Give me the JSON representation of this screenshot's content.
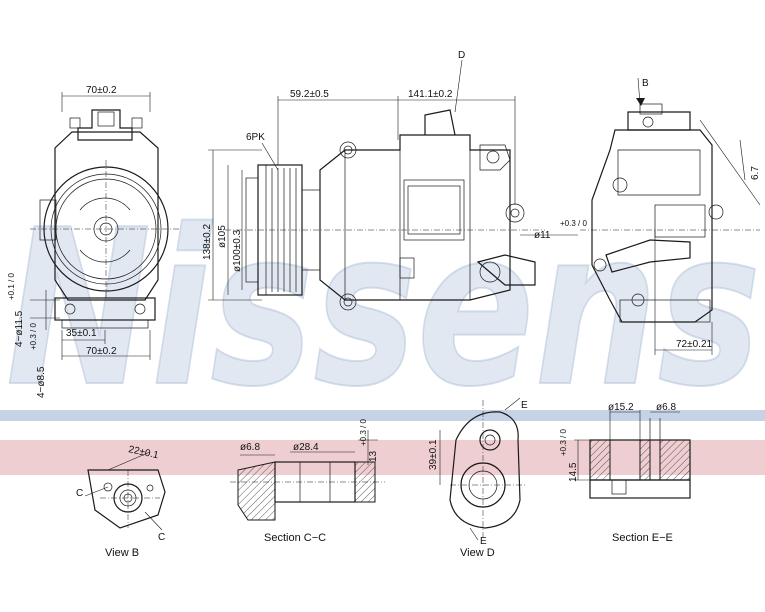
{
  "watermark": {
    "brand": "Nissens",
    "stripe_blue": "#c6d3e7",
    "stripe_red": "#e8b9bd"
  },
  "dimensions": {
    "front_top_width": "70±0.2",
    "front_hole_dia": "4−ø11.5",
    "front_hole_tol": "+0.1 / 0",
    "front_hole_dia2": "4−ø8.5",
    "front_hole2_tol": "+0.3 / 0",
    "front_offset": "35±0.1",
    "front_bottom_width": "70±0.2",
    "side_59": "59.2±0.5",
    "side_141": "141.1±0.2",
    "belt": "6PK",
    "side_138": "138±0.2",
    "side_105": "ø105",
    "side_100": "ø100±0.3",
    "side_hole": "ø11",
    "side_hole_tol": "+0.3 / 0",
    "rear_67": "6.7",
    "rear_72": "72±0.21",
    "viewb_22": "22±0.1",
    "secc_68": "ø6.8",
    "secc_284": "ø28.4",
    "secc_13": "13",
    "secc_13_tol": "+0.3 / 0",
    "viewd_39": "39±0.1",
    "sece_152": "ø15.2",
    "sece_68": "ø6.8",
    "sece_145": "14.5",
    "sece_145_tol": "+0.3 / 0"
  },
  "markers": {
    "d": "D",
    "b": "B",
    "c": "C",
    "e": "E"
  },
  "captions": {
    "view_b": "View B",
    "section_cc": "Section C−C",
    "view_d": "View D",
    "section_ee": "Section E−E"
  }
}
